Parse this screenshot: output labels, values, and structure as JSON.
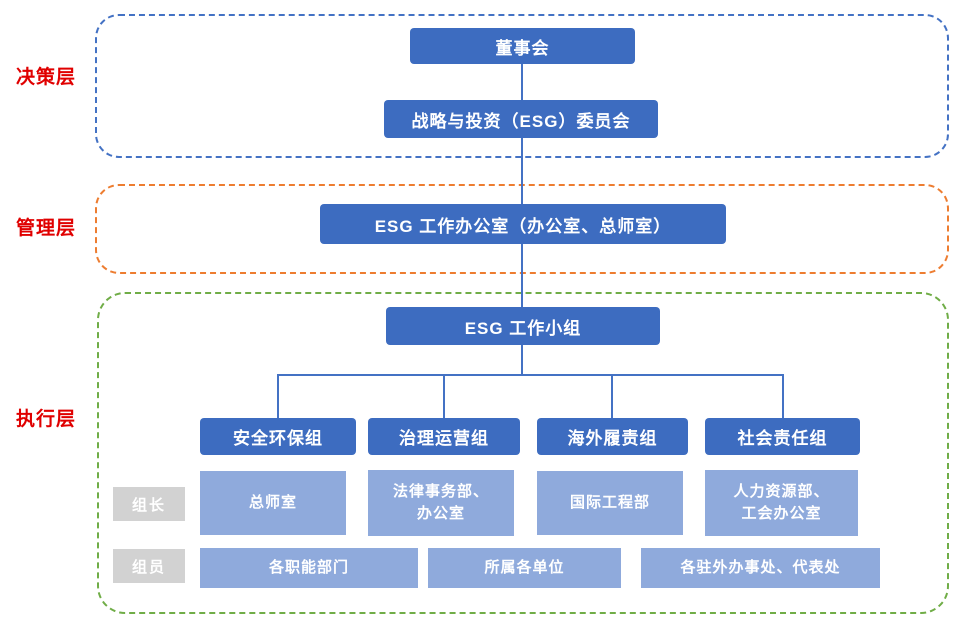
{
  "layers": [
    {
      "id": "decision",
      "label": "决策层"
    },
    {
      "id": "management",
      "label": "管理层"
    },
    {
      "id": "execution",
      "label": "执行层"
    }
  ],
  "decision": {
    "board": "董事会",
    "committee": "战略与投资（ESG）委员会"
  },
  "management": {
    "office": "ESG 工作办公室（办公室、总师室）"
  },
  "execution": {
    "workgroup": "ESG 工作小组",
    "row_labels": {
      "leader": "组长",
      "member": "组员"
    },
    "groups": [
      {
        "name": "安全环保组",
        "leader": "总师室"
      },
      {
        "name": "治理运营组",
        "leader": "法律事务部、\n办公室"
      },
      {
        "name": "海外履责组",
        "leader": "国际工程部"
      },
      {
        "name": "社会责任组",
        "leader": "人力资源部、\n工会办公室"
      }
    ],
    "members": [
      "各职能部门",
      "所属各单位",
      "各驻外办事处、代表处"
    ]
  },
  "colors": {
    "box_dark": "#3D6CC0",
    "box_light": "#8FAADC",
    "label_gray": "#D2D2D2",
    "layer_label_red": "#E00000",
    "decision_border": "#4472C4",
    "management_border": "#ED7D31",
    "execution_border": "#70AD47",
    "connector": "#4472C4"
  }
}
